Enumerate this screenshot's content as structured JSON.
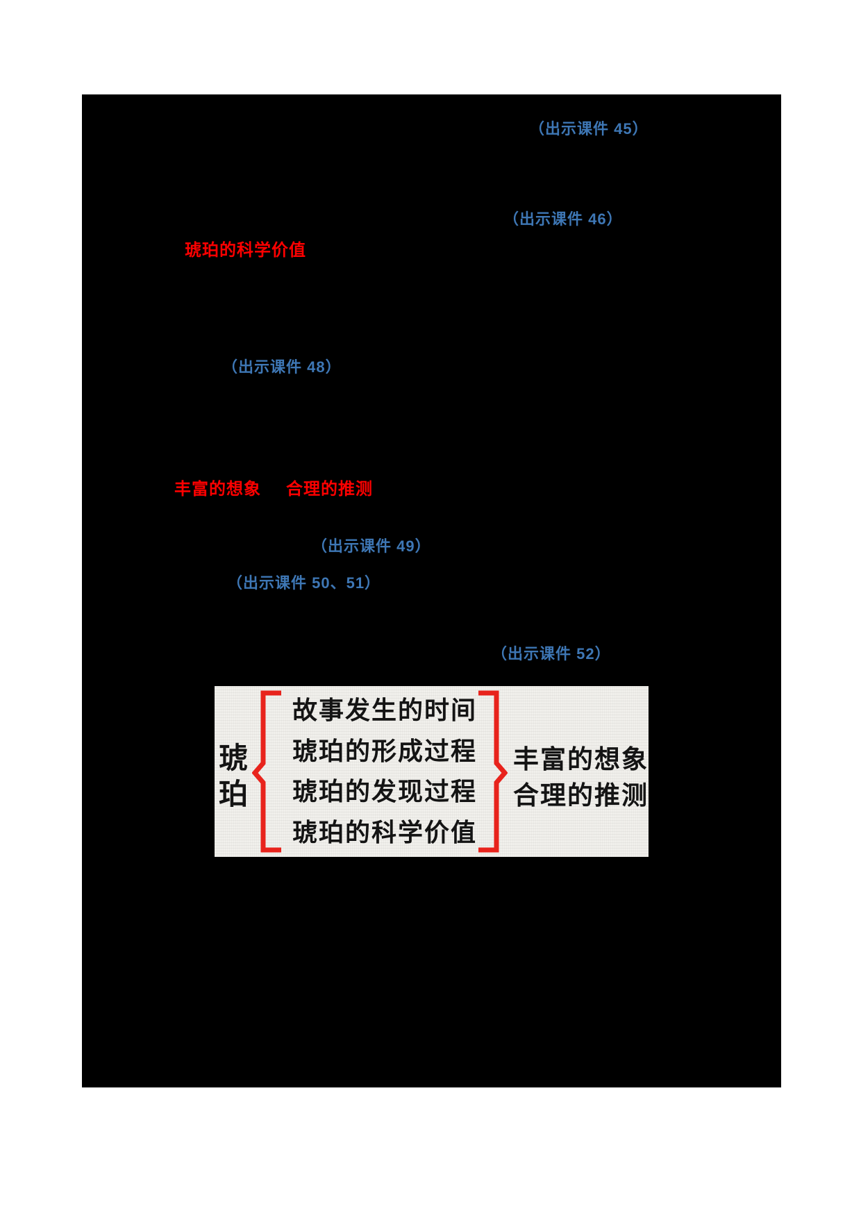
{
  "page": {
    "background": "#ffffff",
    "content_background": "#000000"
  },
  "colors": {
    "courseware_note_blue": "#3e77b5",
    "highlight_red": "#fe0000",
    "bracket_red": "#e8231c",
    "diagram_paper": "#f1f0ec",
    "diagram_ink": "#141414"
  },
  "document": {
    "courseware_notes": {
      "cw45": "（出示课件 45）",
      "cw46": "（出示课件 46）",
      "cw48": "（出示课件 48）",
      "cw49": "（出示课件 49）",
      "cw50_51": "（出示课件 50、51）",
      "cw52": "（出示课件 52）"
    },
    "highlights": {
      "science_value": "琥珀的科学价值",
      "imagination": "丰富的想象",
      "inference": "合理的推测"
    }
  },
  "diagram": {
    "subject": "琥珀",
    "subject_chars": [
      "琥",
      "珀"
    ],
    "items": [
      "故事发生的时间",
      "琥珀的形成过程",
      "琥珀的发现过程",
      "琥珀的科学价值"
    ],
    "conclusion": [
      "丰富的想象",
      "合理的推测"
    ]
  }
}
